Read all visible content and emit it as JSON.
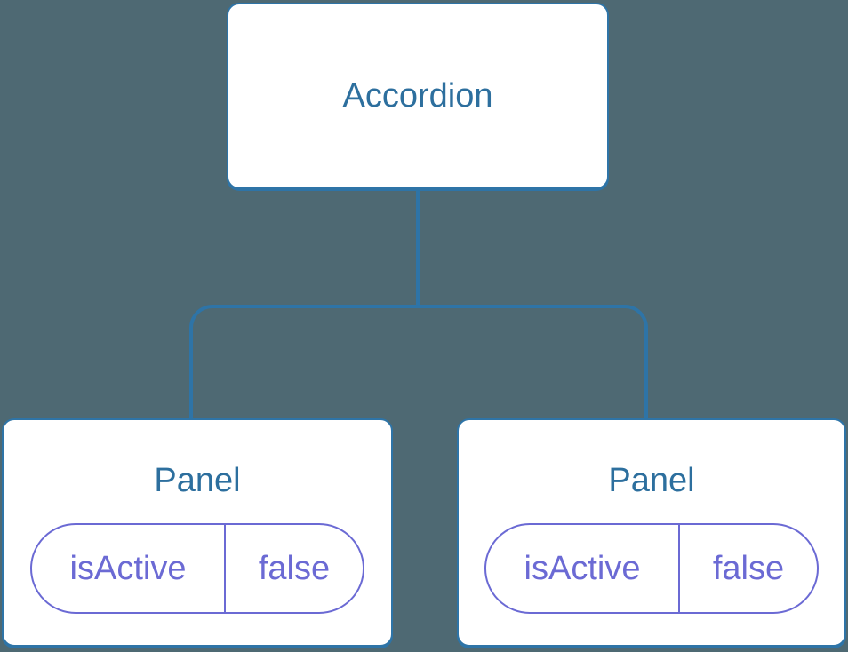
{
  "diagram": {
    "type": "component-tree",
    "root": {
      "label": "Accordion"
    },
    "children": [
      {
        "label": "Panel",
        "props": [
          {
            "name": "isActive",
            "value": "false"
          }
        ]
      },
      {
        "label": "Panel",
        "props": [
          {
            "name": "isActive",
            "value": "false"
          }
        ]
      }
    ]
  },
  "colors": {
    "background": "#4E6973",
    "line_blue": "#2E74A7",
    "title_blue": "#2D6F9E",
    "prop_purple": "#6B6AD4",
    "card_bg": "#FFFFFF"
  }
}
